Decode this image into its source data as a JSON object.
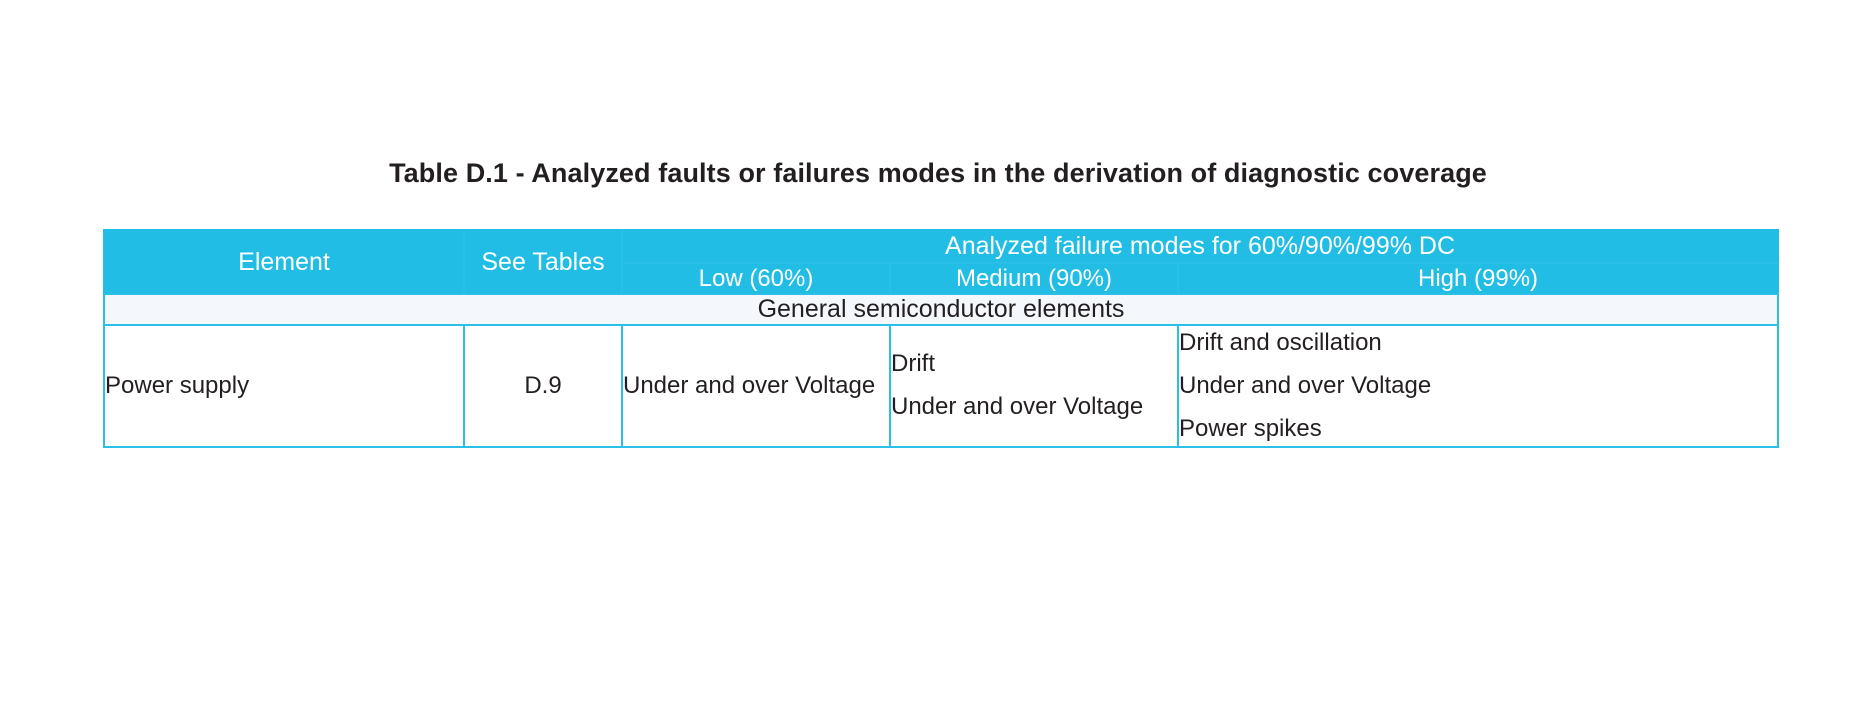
{
  "document": {
    "title": "Table D.1 - Analyzed faults or failures modes in the derivation of diagnostic coverage"
  },
  "colors": {
    "header_blue": "#21bde4",
    "border_blue": "#29bfe6",
    "section_bg": "#f4f8fc",
    "text": "#231f20",
    "header_text": "#ffffff"
  },
  "table": {
    "headers": {
      "element": "Element",
      "see_tables": "See Tables",
      "analyzed_span": "Analyzed failure modes for 60%/90%/99% DC",
      "low": "Low (60%)",
      "medium": "Medium (90%)",
      "high": "High (99%)"
    },
    "sections": [
      {
        "label": "General semiconductor elements",
        "rows": [
          {
            "element": "Power supply",
            "see_tables": "D.9",
            "low": [
              "Under and over Voltage"
            ],
            "medium": [
              "Drift",
              "Under and over Voltage"
            ],
            "high": [
              "Drift and oscillation",
              "Under and over Voltage",
              "Power spikes"
            ]
          }
        ]
      }
    ]
  }
}
